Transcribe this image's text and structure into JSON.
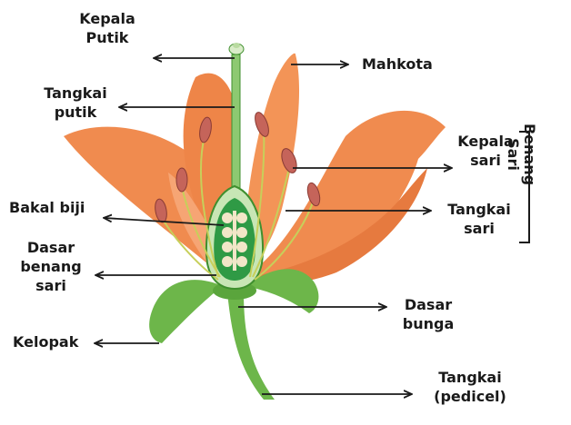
{
  "labels": {
    "kepala_putik": [
      "Kepala",
      "Putik"
    ],
    "tangkai_putik": [
      "Tangkai",
      "putik"
    ],
    "bakal_biji": [
      "Bakal biji"
    ],
    "dasar_benang_sari": [
      "Dasar",
      "benang",
      "sari"
    ],
    "kelopak": [
      "Kelopak"
    ],
    "mahkota": [
      "Mahkota"
    ],
    "kepala_sari": [
      "Kepala",
      "sari"
    ],
    "tangkai_sari": [
      "Tangkai",
      "sari"
    ],
    "dasar_bunga": [
      "Dasar",
      "bunga"
    ],
    "tangkai_pedicel": [
      "Tangkai",
      "(pedicel)"
    ],
    "benang_sari": [
      "Benang",
      "Sari"
    ]
  },
  "colors": {
    "petal": "#f08b4f",
    "petal_light": "#f6a574",
    "stem": "#6db64a",
    "stem_dark": "#3f8f2e",
    "anther": "#c5645a",
    "ovary": "#2f9a45",
    "ovule": "#f2e6c8",
    "arrow": "#1a1a1a"
  }
}
